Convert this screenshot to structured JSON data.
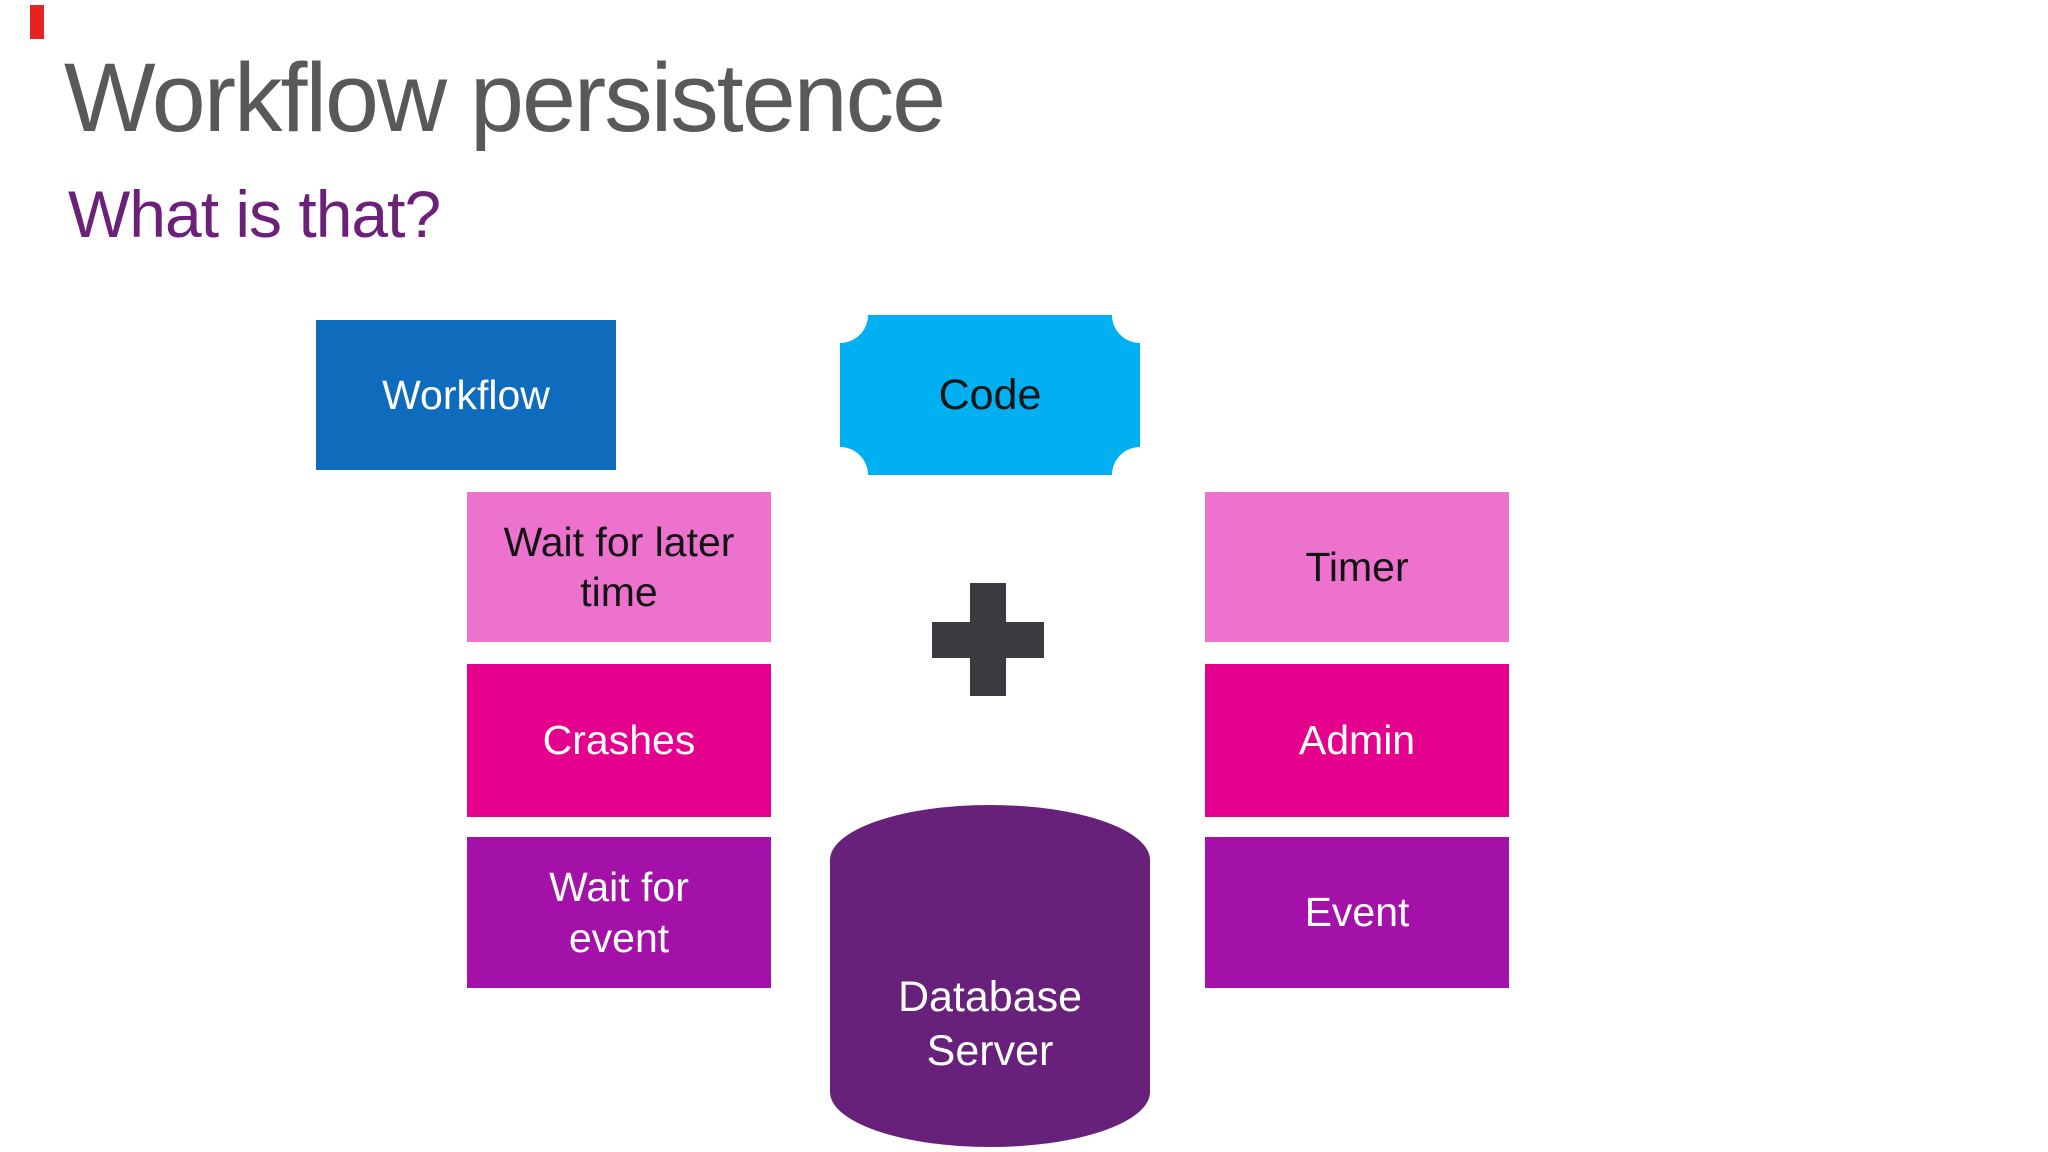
{
  "slide": {
    "title": "Workflow persistence",
    "subtitle": "What is that?"
  },
  "diagram": {
    "workflow": {
      "label": "Workflow",
      "color": "#0f6cbd",
      "text_color": "#ffffff"
    },
    "code": {
      "label": "Code",
      "color": "#00b0f0",
      "text_color": "#141414"
    },
    "plus_icon": {
      "name": "plus-icon",
      "color": "#3b3b3f"
    },
    "rows": [
      {
        "left": "Wait for later time",
        "right": "Timer",
        "color": "#ec72cd",
        "text_color": "#141414"
      },
      {
        "left": "Crashes",
        "right": "Admin",
        "color": "#e6008e",
        "text_color": "#ffffff"
      },
      {
        "left": "Wait for event",
        "right": "Event",
        "color": "#a311a8",
        "text_color": "#ffffff"
      }
    ],
    "database": {
      "label": "Database Server",
      "color": "#68217a",
      "text_color": "#ffffff"
    }
  },
  "colors": {
    "background": "#ffffff",
    "title_text": "#595959",
    "subtitle_text": "#6c2178",
    "plus": "#3b3b3f",
    "red_artifact": "#e52320"
  }
}
